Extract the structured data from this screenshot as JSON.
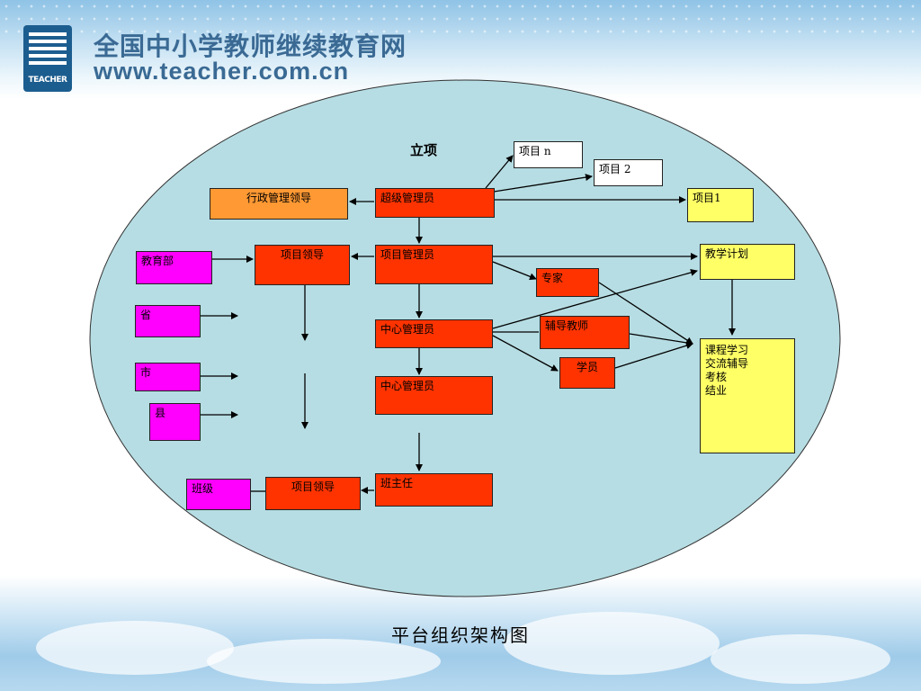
{
  "header": {
    "site_name": "全国中小学教师继续教育网",
    "site_url": "www.teacher.com.cn",
    "logo_text": "TEACHER"
  },
  "diagram": {
    "label_lixiang": "立项",
    "nodes": {
      "xmn": "项目 n",
      "xm2": "项目 2",
      "xm1": "项目1",
      "xzgl": "行政管理领导",
      "cjgly": "超级管理员",
      "jyb": "教育部",
      "xmld1": "项目领导",
      "xmgly": "项目管理员",
      "jxjh": "教学计划",
      "zj": "专家",
      "sheng": "省",
      "zxgly1": "中心管理员",
      "fdjs": "辅导教师",
      "shi": "市",
      "xy": "学员",
      "zxgly2": "中心管理员",
      "xian": "县",
      "course": [
        "课程学习",
        "交流辅导",
        "考核",
        "结业"
      ],
      "bj": "班级",
      "xmld2": "项目领导",
      "bzr": "班主任"
    },
    "colors": {
      "ellipse": "#b6dde3",
      "red": "#ff3300",
      "orange": "#ff9933",
      "magenta": "#ff00ff",
      "yellow": "#ffff66"
    }
  },
  "footer": {
    "title": "平台组织架构图"
  }
}
